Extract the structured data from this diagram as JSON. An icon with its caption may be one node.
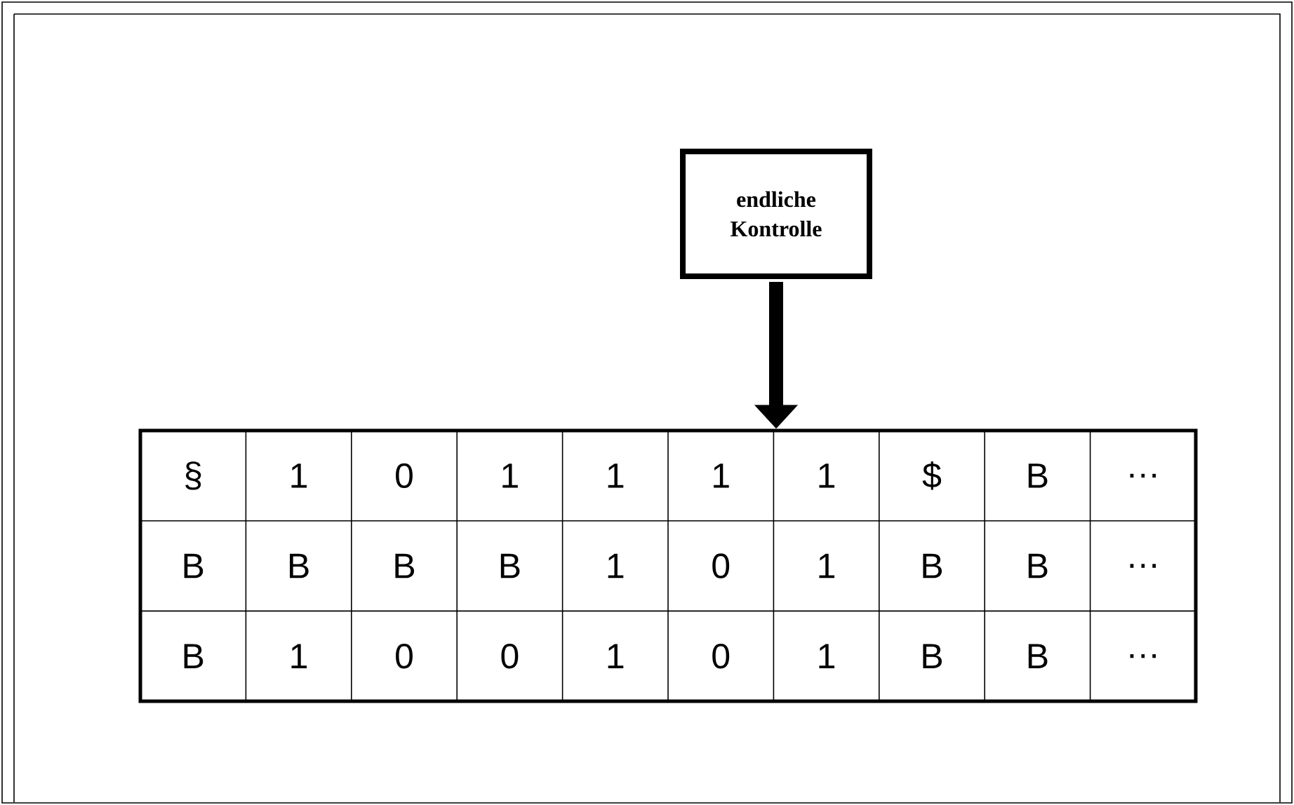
{
  "diagram": {
    "nodes": [
      {
        "text": [
          "endliche Kontrolle"
        ]
      },
      {
        "text": [],
        "shape": "box"
      }
    ],
    "edges": [
      {
        "from": 0,
        "to": 1,
        "arrow": "to"
      }
    ],
    "labels": [
      "§",
      "1",
      "0",
      "1",
      "1",
      "1",
      "1",
      "$",
      "B",
      "…",
      "B",
      "B",
      "B",
      "B",
      "1",
      "0",
      "1",
      "B",
      "B",
      "…",
      "B",
      "1",
      "0",
      "0",
      "1",
      "0",
      "1",
      "B",
      "B",
      "…"
    ]
  }
}
